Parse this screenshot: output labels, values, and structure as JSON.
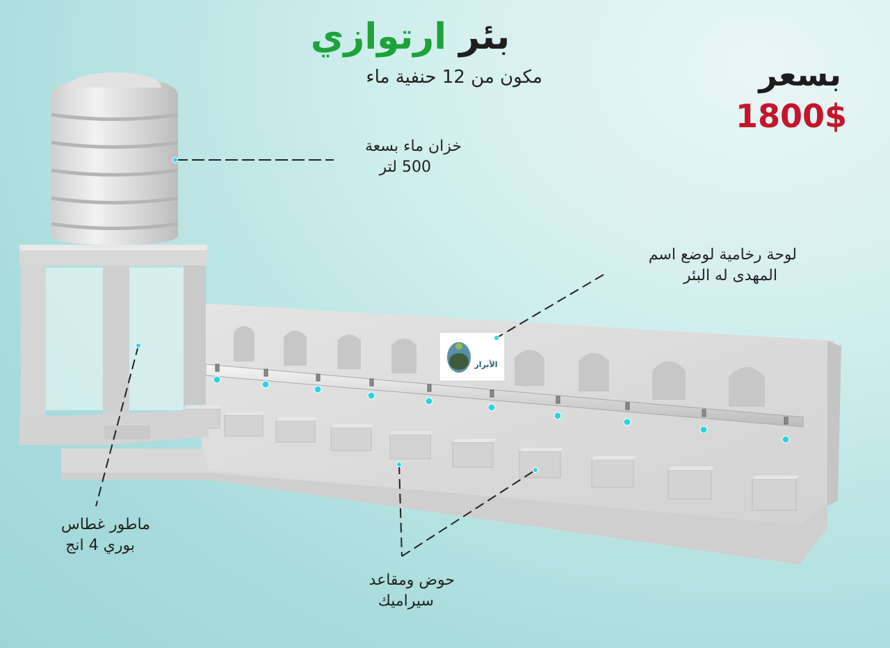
{
  "title": {
    "part1": "بئر",
    "part2": "ارتوازي"
  },
  "subtitle": "مكون من  12 حنفية ماء",
  "price": {
    "label": "بسعر",
    "value": "1800$"
  },
  "labels": {
    "tank": {
      "line1": "خزان ماء بسعة",
      "line2": "500 لتر"
    },
    "plaque": {
      "line1": "لوحة رخامية لوضع اسم",
      "line2": "المهدى له البئر"
    },
    "pump": {
      "line1": "ماطور غطاس",
      "line2": "بوري 4 انج"
    },
    "basin": {
      "line1": "حوض ومقاعد",
      "line2": "سيراميك"
    }
  },
  "plaque_logo_text": "الأبرار",
  "colors": {
    "accent_green": "#1ea23a",
    "price_red": "#c4162a",
    "marker_cyan": "#2ed3e0"
  }
}
